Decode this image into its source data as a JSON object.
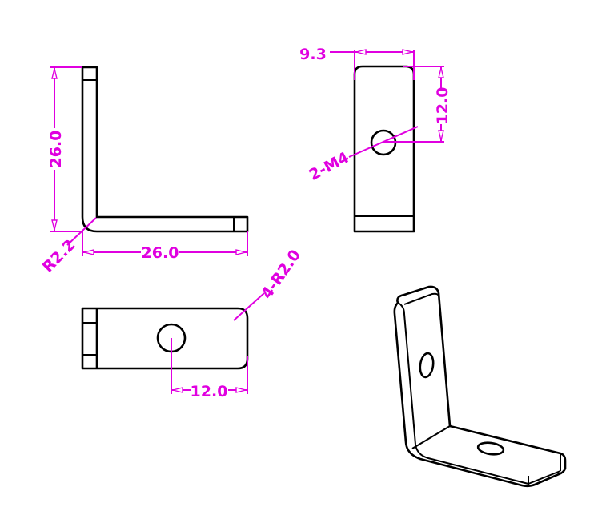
{
  "drawing": {
    "front_view": {
      "height_dim": "26.0",
      "width_dim": "26.0",
      "bend_radius": "R2.2"
    },
    "side_view": {
      "width_dim": "9.3",
      "hole_offset_dim": "12.0",
      "hole_callout": "2-M4"
    },
    "top_view": {
      "hole_offset_dim": "12.0",
      "corner_radius": "4-R2.0"
    },
    "colors": {
      "outline": "#000000",
      "dimension": "#e000e0"
    }
  }
}
